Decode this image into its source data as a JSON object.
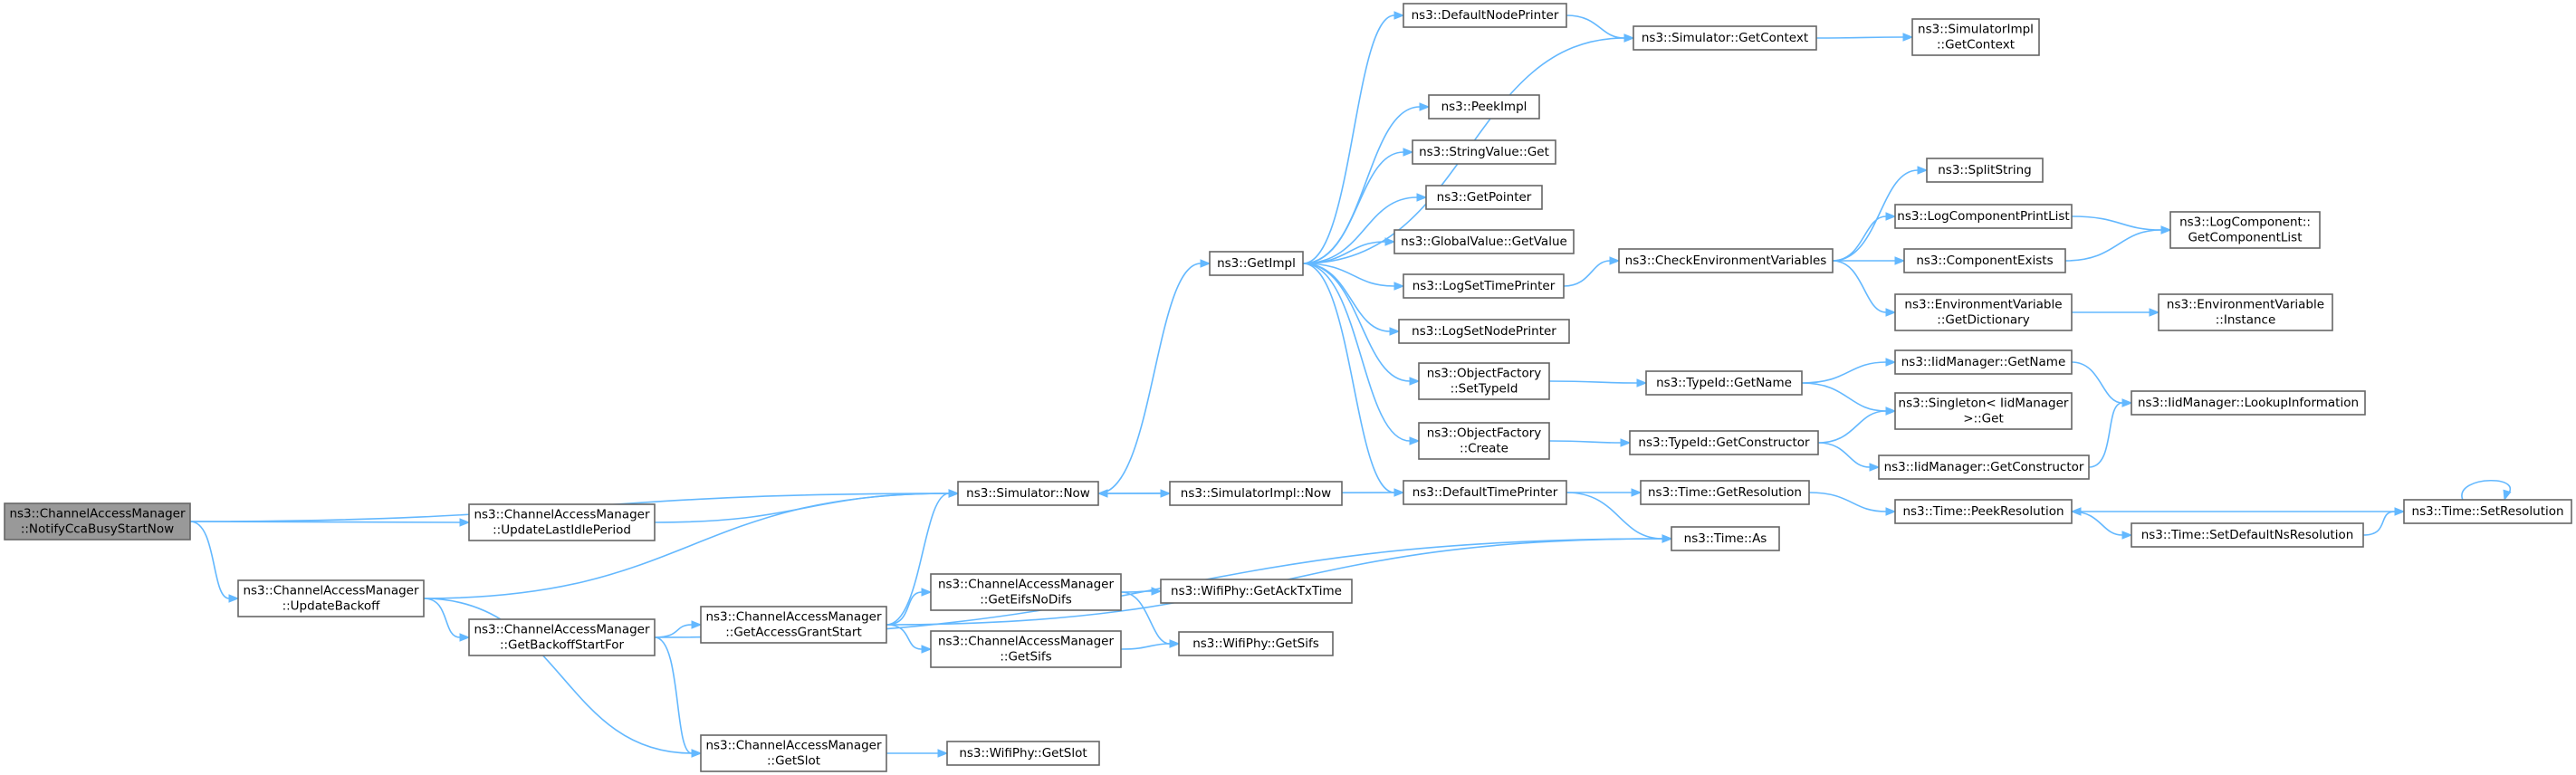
{
  "diagram": {
    "nodes": [
      {
        "id": "notify",
        "lines": [
          "ns3::ChannelAccessManager",
          "::NotifyCcaBusyStartNow"
        ],
        "root": true
      },
      {
        "id": "updidle",
        "lines": [
          "ns3::ChannelAccessManager",
          "::UpdateLastIdlePeriod"
        ]
      },
      {
        "id": "updbackoff",
        "lines": [
          "ns3::ChannelAccessManager",
          "::UpdateBackoff"
        ]
      },
      {
        "id": "getbackoff",
        "lines": [
          "ns3::ChannelAccessManager",
          "::GetBackoffStartFor"
        ]
      },
      {
        "id": "getaccess",
        "lines": [
          "ns3::ChannelAccessManager",
          "::GetAccessGrantStart"
        ]
      },
      {
        "id": "getslot",
        "lines": [
          "ns3::ChannelAccessManager",
          "::GetSlot"
        ]
      },
      {
        "id": "geteifs",
        "lines": [
          "ns3::ChannelAccessManager",
          "::GetEifsNoDifs"
        ]
      },
      {
        "id": "getsifs",
        "lines": [
          "ns3::ChannelAccessManager",
          "::GetSifs"
        ]
      },
      {
        "id": "simnow",
        "lines": [
          "ns3::Simulator::Now"
        ]
      },
      {
        "id": "simimplnow",
        "lines": [
          "ns3::SimulatorImpl::Now"
        ]
      },
      {
        "id": "getimpl",
        "lines": [
          "ns3::GetImpl"
        ]
      },
      {
        "id": "defnodeprinter",
        "lines": [
          "ns3::DefaultNodePrinter"
        ]
      },
      {
        "id": "simgetcontext",
        "lines": [
          "ns3::Simulator::GetContext"
        ]
      },
      {
        "id": "simimplgetcontext",
        "lines": [
          "ns3::SimulatorImpl",
          "::GetContext"
        ]
      },
      {
        "id": "peekimpl",
        "lines": [
          "ns3::PeekImpl"
        ]
      },
      {
        "id": "stringvalueget",
        "lines": [
          "ns3::StringValue::Get"
        ]
      },
      {
        "id": "getpointer",
        "lines": [
          "ns3::GetPointer"
        ]
      },
      {
        "id": "globalvalue",
        "lines": [
          "ns3::GlobalValue::GetValue"
        ]
      },
      {
        "id": "logsettime",
        "lines": [
          "ns3::LogSetTimePrinter"
        ]
      },
      {
        "id": "logsetnode",
        "lines": [
          "ns3::LogSetNodePrinter"
        ]
      },
      {
        "id": "ofsettypeid",
        "lines": [
          "ns3::ObjectFactory",
          "::SetTypeId"
        ]
      },
      {
        "id": "ofcreate",
        "lines": [
          "ns3::ObjectFactory",
          "::Create"
        ]
      },
      {
        "id": "deftimeprinter",
        "lines": [
          "ns3::DefaultTimePrinter"
        ]
      },
      {
        "id": "checkenv",
        "lines": [
          "ns3::CheckEnvironmentVariables"
        ]
      },
      {
        "id": "splitstring",
        "lines": [
          "ns3::SplitString"
        ]
      },
      {
        "id": "logcompprint",
        "lines": [
          "ns3::LogComponentPrintList"
        ]
      },
      {
        "id": "compexists",
        "lines": [
          "ns3::ComponentExists"
        ]
      },
      {
        "id": "envgetdict",
        "lines": [
          "ns3::EnvironmentVariable",
          "::GetDictionary"
        ]
      },
      {
        "id": "envinstance",
        "lines": [
          "ns3::EnvironmentVariable",
          "::Instance"
        ]
      },
      {
        "id": "logcompgetlist",
        "lines": [
          "ns3::LogComponent::",
          "GetComponentList"
        ]
      },
      {
        "id": "typeidgetname",
        "lines": [
          "ns3::TypeId::GetName"
        ]
      },
      {
        "id": "typeidgetctor",
        "lines": [
          "ns3::TypeId::GetConstructor"
        ]
      },
      {
        "id": "iidgetname",
        "lines": [
          "ns3::IidManager::GetName"
        ]
      },
      {
        "id": "singleton",
        "lines": [
          "ns3::Singleton< IidManager",
          " >::Get"
        ]
      },
      {
        "id": "iidgetctor",
        "lines": [
          "ns3::IidManager::GetConstructor"
        ]
      },
      {
        "id": "iidlookup",
        "lines": [
          "ns3::IidManager::LookupInformation"
        ]
      },
      {
        "id": "timegetres",
        "lines": [
          "ns3::Time::GetResolution"
        ]
      },
      {
        "id": "timeas",
        "lines": [
          "ns3::Time::As"
        ]
      },
      {
        "id": "timepeekres",
        "lines": [
          "ns3::Time::PeekResolution"
        ]
      },
      {
        "id": "timesetdefns",
        "lines": [
          "ns3::Time::SetDefaultNsResolution"
        ]
      },
      {
        "id": "timesetres",
        "lines": [
          "ns3::Time::SetResolution"
        ]
      },
      {
        "id": "wifiackt",
        "lines": [
          "ns3::WifiPhy::GetAckTxTime"
        ]
      },
      {
        "id": "wifisifs",
        "lines": [
          "ns3::WifiPhy::GetSifs"
        ]
      },
      {
        "id": "wifislot",
        "lines": [
          "ns3::WifiPhy::GetSlot"
        ]
      }
    ],
    "edges": [
      [
        "notify",
        "simnow"
      ],
      [
        "notify",
        "updidle"
      ],
      [
        "notify",
        "updbackoff"
      ],
      [
        "updidle",
        "simnow"
      ],
      [
        "updbackoff",
        "simnow"
      ],
      [
        "updbackoff",
        "getbackoff"
      ],
      [
        "updbackoff",
        "getslot"
      ],
      [
        "getbackoff",
        "getaccess"
      ],
      [
        "getbackoff",
        "getslot"
      ],
      [
        "getbackoff",
        "timeas"
      ],
      [
        "getaccess",
        "simnow"
      ],
      [
        "getaccess",
        "geteifs"
      ],
      [
        "getaccess",
        "getsifs"
      ],
      [
        "getaccess",
        "timeas"
      ],
      [
        "geteifs",
        "wifiackt"
      ],
      [
        "geteifs",
        "wifisifs"
      ],
      [
        "getsifs",
        "wifisifs"
      ],
      [
        "getslot",
        "wifislot"
      ],
      [
        "simnow",
        "simimplnow"
      ],
      [
        "simnow",
        "getimpl"
      ],
      [
        "getimpl",
        "defnodeprinter"
      ],
      [
        "getimpl",
        "simgetcontext"
      ],
      [
        "getimpl",
        "peekimpl"
      ],
      [
        "getimpl",
        "stringvalueget"
      ],
      [
        "getimpl",
        "getpointer"
      ],
      [
        "getimpl",
        "globalvalue"
      ],
      [
        "getimpl",
        "logsettime"
      ],
      [
        "getimpl",
        "logsetnode"
      ],
      [
        "getimpl",
        "ofsettypeid"
      ],
      [
        "getimpl",
        "ofcreate"
      ],
      [
        "getimpl",
        "deftimeprinter"
      ],
      [
        "defnodeprinter",
        "simgetcontext"
      ],
      [
        "simgetcontext",
        "simimplgetcontext"
      ],
      [
        "logsettime",
        "checkenv"
      ],
      [
        "checkenv",
        "splitstring"
      ],
      [
        "checkenv",
        "logcompprint"
      ],
      [
        "checkenv",
        "compexists"
      ],
      [
        "checkenv",
        "envgetdict"
      ],
      [
        "logcompprint",
        "logcompgetlist"
      ],
      [
        "compexists",
        "logcompgetlist"
      ],
      [
        "envgetdict",
        "envinstance"
      ],
      [
        "ofsettypeid",
        "typeidgetname"
      ],
      [
        "ofcreate",
        "typeidgetctor"
      ],
      [
        "typeidgetname",
        "iidgetname"
      ],
      [
        "typeidgetname",
        "singleton"
      ],
      [
        "typeidgetctor",
        "singleton"
      ],
      [
        "typeidgetctor",
        "iidgetctor"
      ],
      [
        "iidgetname",
        "iidlookup"
      ],
      [
        "iidgetctor",
        "iidlookup"
      ],
      [
        "deftimeprinter",
        "simnow"
      ],
      [
        "deftimeprinter",
        "timegetres"
      ],
      [
        "deftimeprinter",
        "timeas"
      ],
      [
        "timegetres",
        "timepeekres"
      ],
      [
        "timepeekres",
        "timesetdefns"
      ],
      [
        "timesetdefns",
        "timesetres"
      ],
      [
        "timesetres",
        "timepeekres"
      ],
      [
        "timesetres",
        "timesetres"
      ]
    ]
  }
}
